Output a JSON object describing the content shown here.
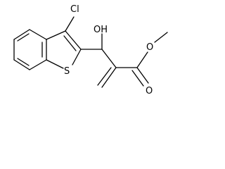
{
  "molecule": {
    "atoms": {
      "chlorine": "Cl",
      "hydroxyl": "OH",
      "sulfur": "S",
      "ester_oxygen": "O",
      "carbonyl_oxygen": "O"
    }
  },
  "colors": {
    "bond": "#000000",
    "background": "#ffffff"
  }
}
